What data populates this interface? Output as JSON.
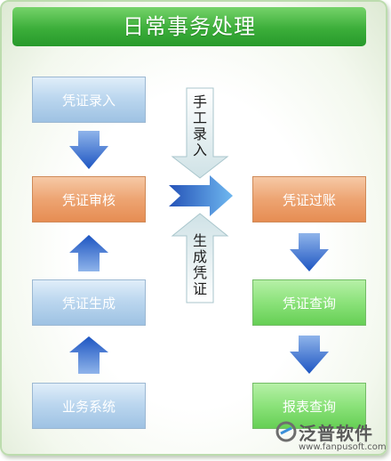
{
  "title": "日常事务处理",
  "nodes": {
    "voucher_entry": "凭证录入",
    "voucher_audit": "凭证审核",
    "voucher_generate": "凭证生成",
    "business_system": "业务系统",
    "voucher_posting": "凭证过账",
    "voucher_query": "凭证查询",
    "report_query": "报表查询"
  },
  "notes": {
    "manual_entry": [
      "手",
      "工",
      "录",
      "入"
    ],
    "generate_voucher": [
      "生",
      "成",
      "凭",
      "证"
    ]
  },
  "logo": {
    "name": "泛普软件",
    "url": "www.fanpusoft.com"
  },
  "colors": {
    "title_green": "#3cae3a",
    "blue_box": "#bcd7ef",
    "orange_box": "#eda472",
    "green_box": "#8be27a",
    "arrow_blue": "#2a62c8"
  }
}
